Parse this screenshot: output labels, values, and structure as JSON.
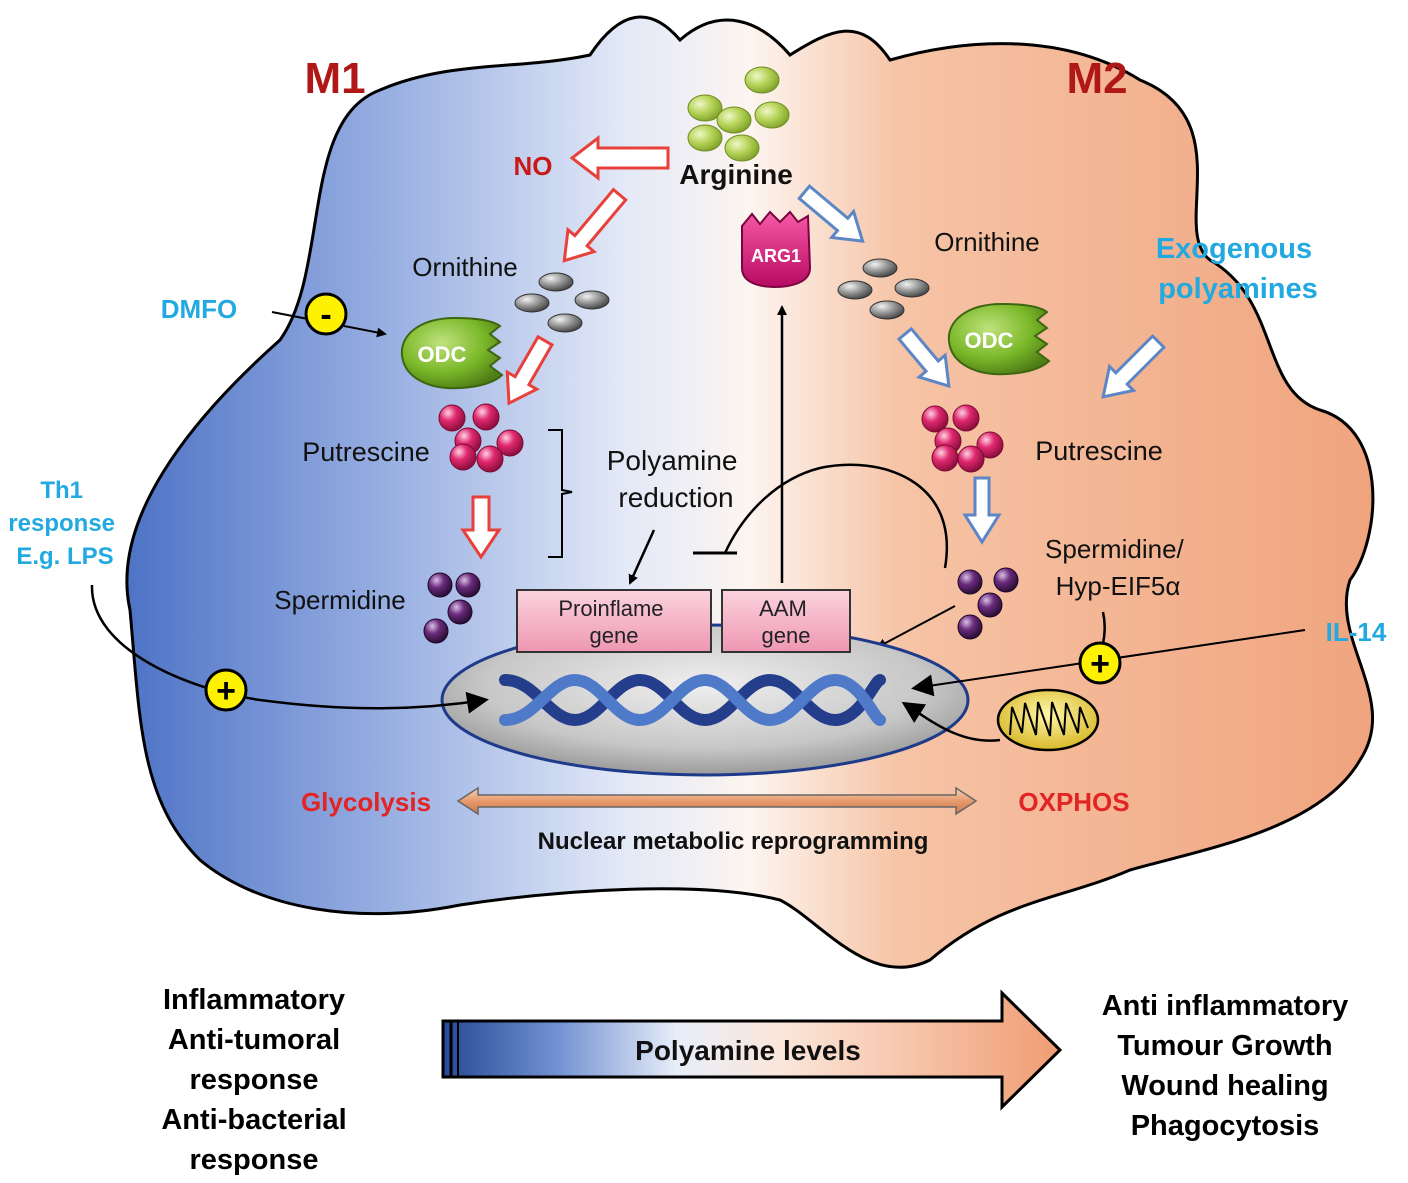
{
  "labels": {
    "m1": "M1",
    "m2": "M2",
    "arginine": "Arginine",
    "no": "NO",
    "arg1": "ARG1",
    "ornithine_left": "Ornithine",
    "ornithine_right": "Ornithine",
    "odc_left": "ODC",
    "odc_right": "ODC",
    "dmfo": "DMFO",
    "minus": "-",
    "putrescine_left": "Putrescine",
    "putrescine_right": "Putrescine",
    "polyamine_reduction": [
      "Polyamine",
      "reduction"
    ],
    "spermidine_left": "Spermidine",
    "spermidine_right": [
      "Spermidine/",
      "Hyp-EIF5α"
    ],
    "exogenous_polyamines": [
      "Exogenous",
      "polyamines"
    ],
    "th1_response": [
      "Th1",
      "response",
      "E.g. LPS"
    ],
    "plus": "+",
    "proinflame_gene": [
      "Proinflame",
      "gene"
    ],
    "aam_gene": [
      "AAM",
      "gene"
    ],
    "il14": "IL-14",
    "glycolysis": "Glycolysis",
    "oxphos": "OXPHOS",
    "nuclear_reprogramming": "Nuclear metabolic reprogramming",
    "polyamine_levels": "Polyamine levels"
  },
  "outcomes": {
    "left": [
      "Inflammatory",
      "Anti-tumoral",
      "response",
      "Anti-bacterial",
      "response"
    ],
    "right": [
      "Anti inflammatory",
      "Tumour Growth",
      "Wound healing",
      "Phagocytosis"
    ]
  },
  "colors": {
    "m1_blue": "#6f8fd0",
    "m2_orange": "#f0a47e",
    "title_red": "#b01818",
    "label_cyan": "#22a9e0",
    "arrow_red": "#e8403a",
    "arrow_blue": "#5d86c6",
    "arginine_green": "#a4c93c",
    "ornithine_grey": "#8a8a8a",
    "putrescine_pink": "#e0286e",
    "spermidine_purple": "#5a2768",
    "odc_green": "#7ab829",
    "arg1_magenta": "#e0127d",
    "gene_pink": "#f7b6c8",
    "mito_yellow": "#f2e24a",
    "sign_yellow": "#fff200"
  }
}
